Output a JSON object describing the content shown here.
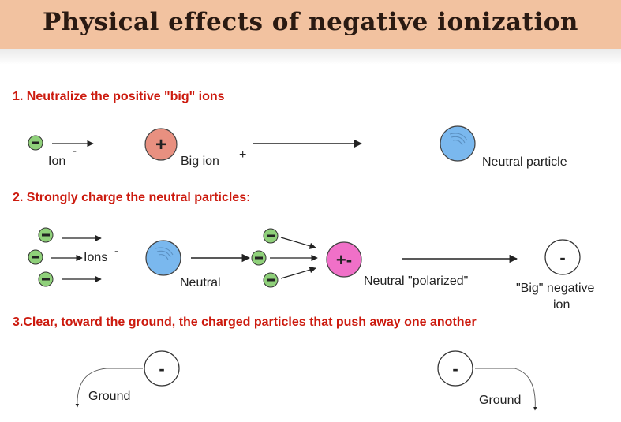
{
  "title": "Physical effects of negative ionization",
  "sections": [
    {
      "heading": "1. Neutralize the positive \"big\" ions",
      "ion_label": "Ion",
      "ion_sign": "-",
      "big_ion_label": "Big ion",
      "big_ion_sign": "+",
      "plus_sign": "+",
      "result_label": "Neutral particle"
    },
    {
      "heading": "2. Strongly charge the neutral particles:",
      "ions_label": "Ions",
      "ions_sign": "-",
      "neutral_label": "Neutral",
      "polarized_sign": "+-",
      "polarized_label": "Neutral \"polarized\"",
      "result_sign": "-",
      "result_label_line1": "\"Big\" negative",
      "result_label_line2": "ion"
    },
    {
      "heading": "3.Clear, toward the ground, the charged particles that push away one another",
      "left_sign": "-",
      "left_label": "Ground",
      "right_sign": "-",
      "right_label": "Ground"
    }
  ],
  "colors": {
    "banner": "#f2c2a0",
    "heading": "#cc1a0e",
    "small_ion": "#8fd07a",
    "big_ion": "#e89080",
    "neutral": "#7ab8ee",
    "polarized": "#f070c8"
  }
}
